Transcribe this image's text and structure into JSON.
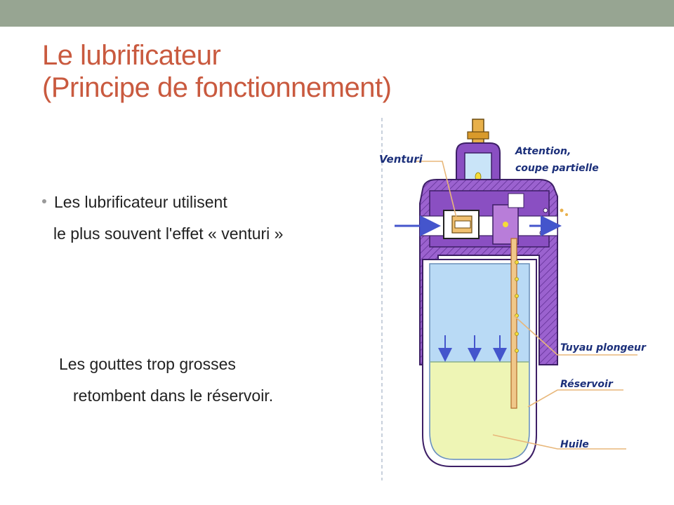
{
  "slide": {
    "title_line1": "Le lubrificateur",
    "title_line2": "(Principe de fonctionnement)",
    "bullet_text": "Les lubrificateur utilisent",
    "bullet_continuation": "le plus souvent l'effet « venturi »",
    "drops_line1": "Les gouttes trop grosses",
    "drops_line2": "retombent dans le réservoir."
  },
  "diagram": {
    "label_venturi": "Venturi",
    "label_attention_1": "Attention,",
    "label_attention_2": "coupe partielle",
    "label_tuyau": "Tuyau plongeur",
    "label_reservoir": "Réservoir",
    "label_huile": "Huile"
  },
  "colors": {
    "title": "#c95a3f",
    "top_band": "#97a592",
    "body_purple": "#8a4fc2",
    "air_blue": "#b9daf5",
    "oil_yellow": "#eef5b5",
    "labels": "#1b2f7a",
    "arrows": "#4455cc",
    "leader_lines": "#e8b77a"
  }
}
